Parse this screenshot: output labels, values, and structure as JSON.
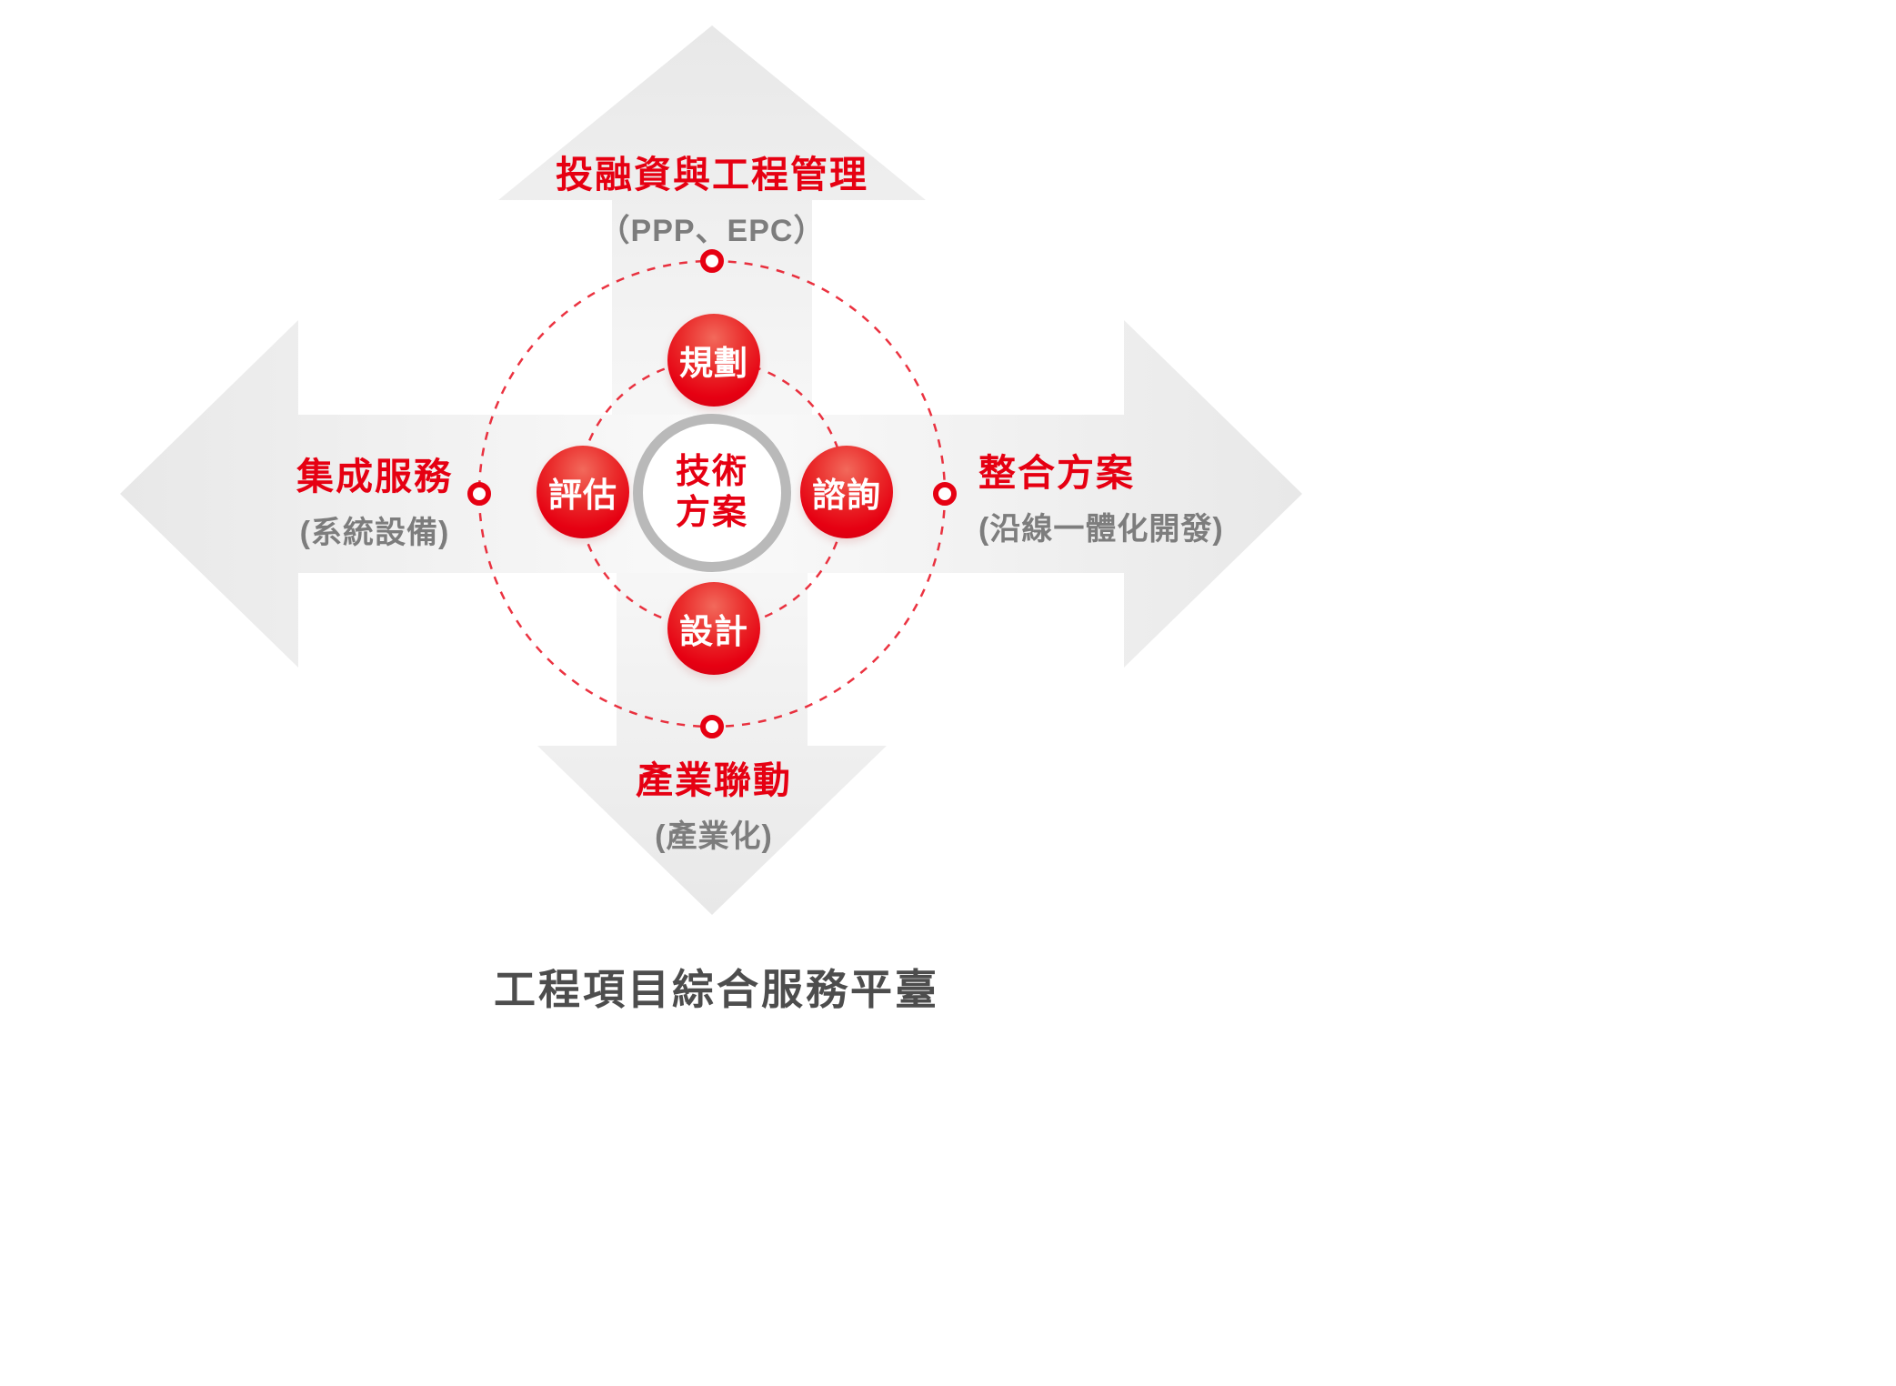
{
  "colors": {
    "red": "#e60012",
    "gray_text": "#7d7d7d",
    "arrow_gray": "#ededed",
    "hub_ring_gray": "#b9b9b9",
    "footer_text": "#4d4d4d"
  },
  "center": {
    "line1": "技術",
    "line2": "方案"
  },
  "nodes": [
    {
      "label": "規劃"
    },
    {
      "label": "評估"
    },
    {
      "label": "諮詢"
    },
    {
      "label": "設計"
    }
  ],
  "directions": {
    "top": {
      "title": "投融資與工程管理",
      "subtitle": "（PPP、EPC）"
    },
    "left": {
      "title": "集成服務",
      "subtitle": "(系統設備)"
    },
    "right": {
      "title": "整合方案",
      "subtitle": "(沿線一體化開發)"
    },
    "bottom": {
      "title": "產業聯動",
      "subtitle": "(產業化)"
    }
  },
  "footer": {
    "title": "工程項目綜合服務平臺"
  }
}
